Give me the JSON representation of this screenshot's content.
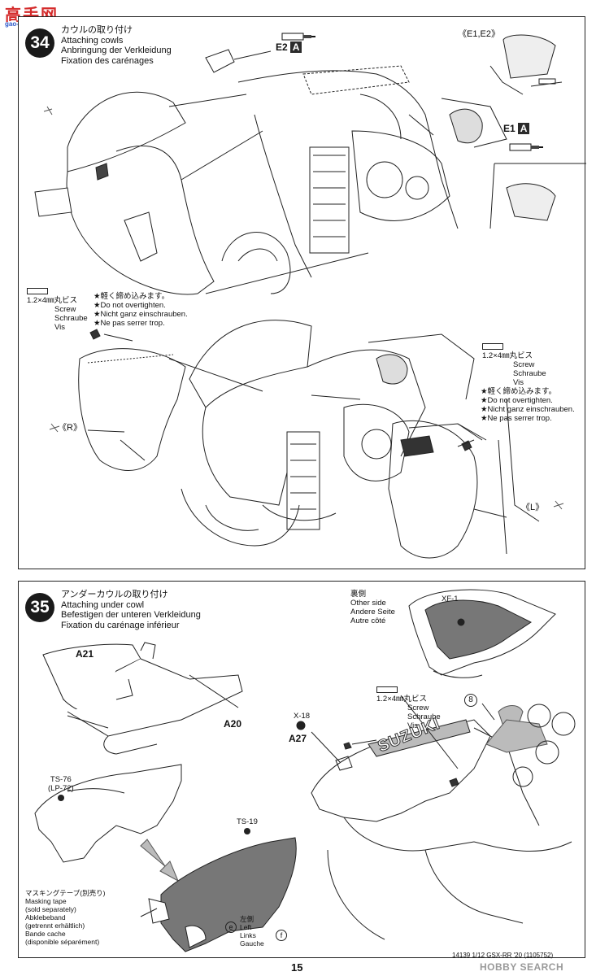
{
  "watermark_top": {
    "chars": "高手网",
    "url": "gao-shou.com"
  },
  "step34": {
    "number": "34",
    "title_ja": "カウルの取り付け",
    "title_en": "Attaching cowls",
    "title_de": "Anbringung der Verkleidung",
    "title_fr": "Fixation des carénages",
    "part_e2": "E2",
    "part_e1": "E1",
    "paint_a": "A",
    "parts_e1e2": "《E1,E2》",
    "screw_size": "1.2×4㎜丸ビス",
    "screw_en": "Screw",
    "screw_de": "Schraube",
    "screw_fr": "Vis",
    "warn_ja": "★軽く締め込みます。",
    "warn_en": "★Do not overtighten.",
    "warn_de": "★Nicht ganz einschrauben.",
    "warn_fr": "★Ne pas serrer trop.",
    "right_mark": "《R》",
    "left_mark": "《L》"
  },
  "step35": {
    "number": "35",
    "title_ja": "アンダーカウルの取り付け",
    "title_en": "Attaching under cowl",
    "title_de": "Befestigen der unteren Verkleidung",
    "title_fr": "Fixation du carénage inférieur",
    "part_a21": "A21",
    "part_a20": "A20",
    "part_a27": "A27",
    "part_x18": "X-18",
    "part_xf1": "XF-1",
    "other_side_ja": "裏側",
    "other_side_en": "Other side",
    "other_side_de": "Andere Seite",
    "other_side_fr": "Autre côté",
    "paint_ts76": "TS-76",
    "paint_lp72": "(LP-72)",
    "paint_ts19": "TS-19",
    "screw_size": "1.2×4㎜丸ビス",
    "screw_en": "Screw",
    "screw_de": "Schraube",
    "screw_fr": "Vis",
    "circle_8": "8",
    "circle_e": "e",
    "circle_f": "f",
    "mask_ja": "マスキングテープ(別売り)",
    "mask_en": "Masking tape",
    "mask_en2": "(sold separately)",
    "mask_de": "Abklebeband",
    "mask_de2": "(getrennt erhältlich)",
    "mask_fr": "Bande cache",
    "mask_fr2": "(disponible séparément)",
    "left_ja": "左側",
    "left_en": "Left",
    "left_de": "Links",
    "left_fr": "Gauche",
    "decal_text": "SUZUKI"
  },
  "footer": {
    "page_number": "15",
    "code": "14139 1/12 GSX-RR '20 (1105752)",
    "watermark": "HOBBY SEARCH"
  },
  "colors": {
    "ink": "#111111",
    "gray_paint": "#8a8a8a",
    "dark_paint": "#5c5c5c",
    "watermark_red": "#d42a2a",
    "watermark_blue": "#2a57c9"
  }
}
